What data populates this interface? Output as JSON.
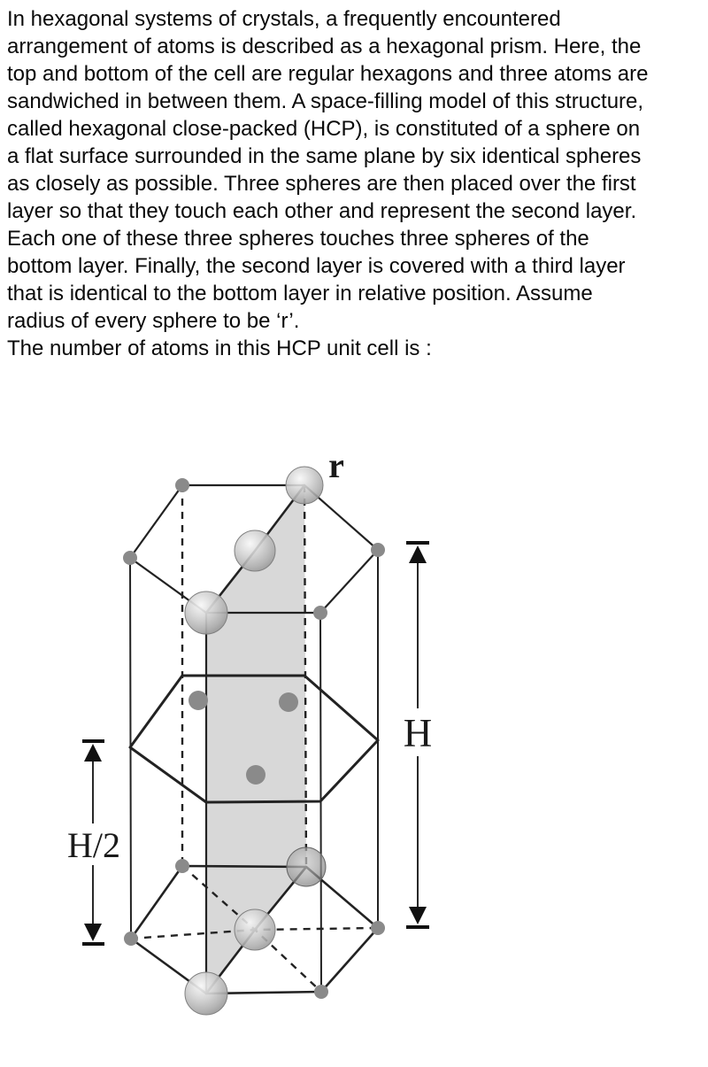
{
  "question": {
    "paragraph": "In hexagonal systems of crystals, a frequently encountered\narrangement of atoms is described as a hexagonal prism. Here, the\ntop and bottom of the cell are regular hexagons and three atoms are\nsandwiched in between them. A space-filling model of this structure,\ncalled hexagonal close-packed (HCP), is constituted of a sphere on\na flat surface surrounded in the same plane by six identical spheres\nas closely as possible. Three spheres are then placed over the first\nlayer so that they touch each other and represent the second layer.\nEach one of these three spheres touches three spheres of the\nbottom layer. Finally, the second layer is covered with a third layer\nthat is identical to the bottom layer in relative position. Assume\nradius of every sphere to be ‘r’.",
    "prompt": "The number of atoms in this HCP unit cell is :"
  },
  "diagram": {
    "type": "hexagonal-close-packed-unit-cell",
    "labels": {
      "radius": "r",
      "height": "H",
      "half_height": "H/2"
    },
    "colors": {
      "line": "#222222",
      "shaded_plane": "#d8d8d8",
      "atom_dot": "#8a8a8a",
      "sphere_highlight": "#f7f7f7",
      "sphere_edge": "#8e8e8e",
      "text": "#0a0a0a"
    }
  }
}
